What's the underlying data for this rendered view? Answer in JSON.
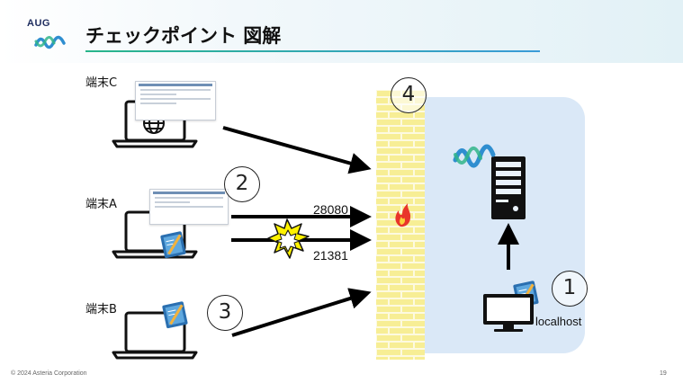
{
  "logo": {
    "text": "AUG",
    "wave_colors": [
      "#2f8ed0",
      "#31b58a"
    ]
  },
  "header": {
    "title": "チェックポイント 図解"
  },
  "terminals": {
    "c": {
      "label": "端末C"
    },
    "a": {
      "label": "端末A"
    },
    "b": {
      "label": "端末B"
    }
  },
  "markers": {
    "one": "1",
    "two": "2",
    "three": "3",
    "four": "4"
  },
  "ports": {
    "first": "28080",
    "second": "21381"
  },
  "host": {
    "label": "localhost"
  },
  "footer": {
    "copyright": "© 2024 Asteria Corporation",
    "page": "19"
  },
  "colors": {
    "zone": "#dae8f7",
    "firewall_brick": "#f7ee95",
    "firewall_mortar": "#fdfae0",
    "flame": "#e9352b",
    "conflict_burst": "#fff200",
    "arrow": "#000000"
  },
  "icons": [
    "globe-icon",
    "flame-icon",
    "conflict-burst-icon",
    "server-icon",
    "aug-app-icon",
    "monitor-icon",
    "laptop-icon"
  ]
}
